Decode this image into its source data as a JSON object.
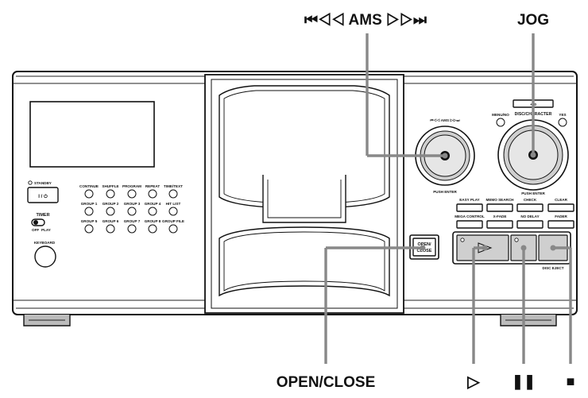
{
  "callouts": {
    "ams": "⏮◁◁ AMS ▷▷⏭",
    "jog": "JOG",
    "open_close": "OPEN/CLOSE",
    "play": "▷",
    "pause": "❚❚",
    "stop": "■"
  },
  "panel": {
    "standby": "STANDBY",
    "power_symbol": "I / ⏻",
    "timer": "TIMER",
    "timer_off": "OFF",
    "timer_play": "PLAY",
    "keyboard": "KEYBOARD",
    "row1": [
      "CONTINUE",
      "SHUFFLE",
      "PROGRAM",
      "REPEAT",
      "TIME/TEXT"
    ],
    "row2": [
      "GROUP 1",
      "GROUP 2",
      "GROUP 3",
      "GROUP 4",
      "HIT LIST"
    ],
    "row3": [
      "GROUP 5",
      "GROUP 6",
      "GROUP 7",
      "GROUP 8",
      "GROUP FILE"
    ],
    "ams_small": "⏮◁◁ AMS ▷▷⏭",
    "push_enter_left": "PUSH ENTER",
    "push_enter_right": "PUSH ENTER",
    "disc_character": "DISC/CHARACTER",
    "plus_minus": "+10",
    "menu_no": "MENU/NO",
    "yes": "YES",
    "right_row1": [
      "EASY PLAY",
      "MEMO SEARCH",
      "CHECK",
      "CLEAR"
    ],
    "right_row2": [
      "MEGA CONTROL",
      "X-FADE",
      "NO DELAY",
      "FADER"
    ],
    "open_close_btn_line1": "OPEN/",
    "open_close_btn_line2": "CLOSE",
    "disc_eject": "DISC EJECT"
  }
}
